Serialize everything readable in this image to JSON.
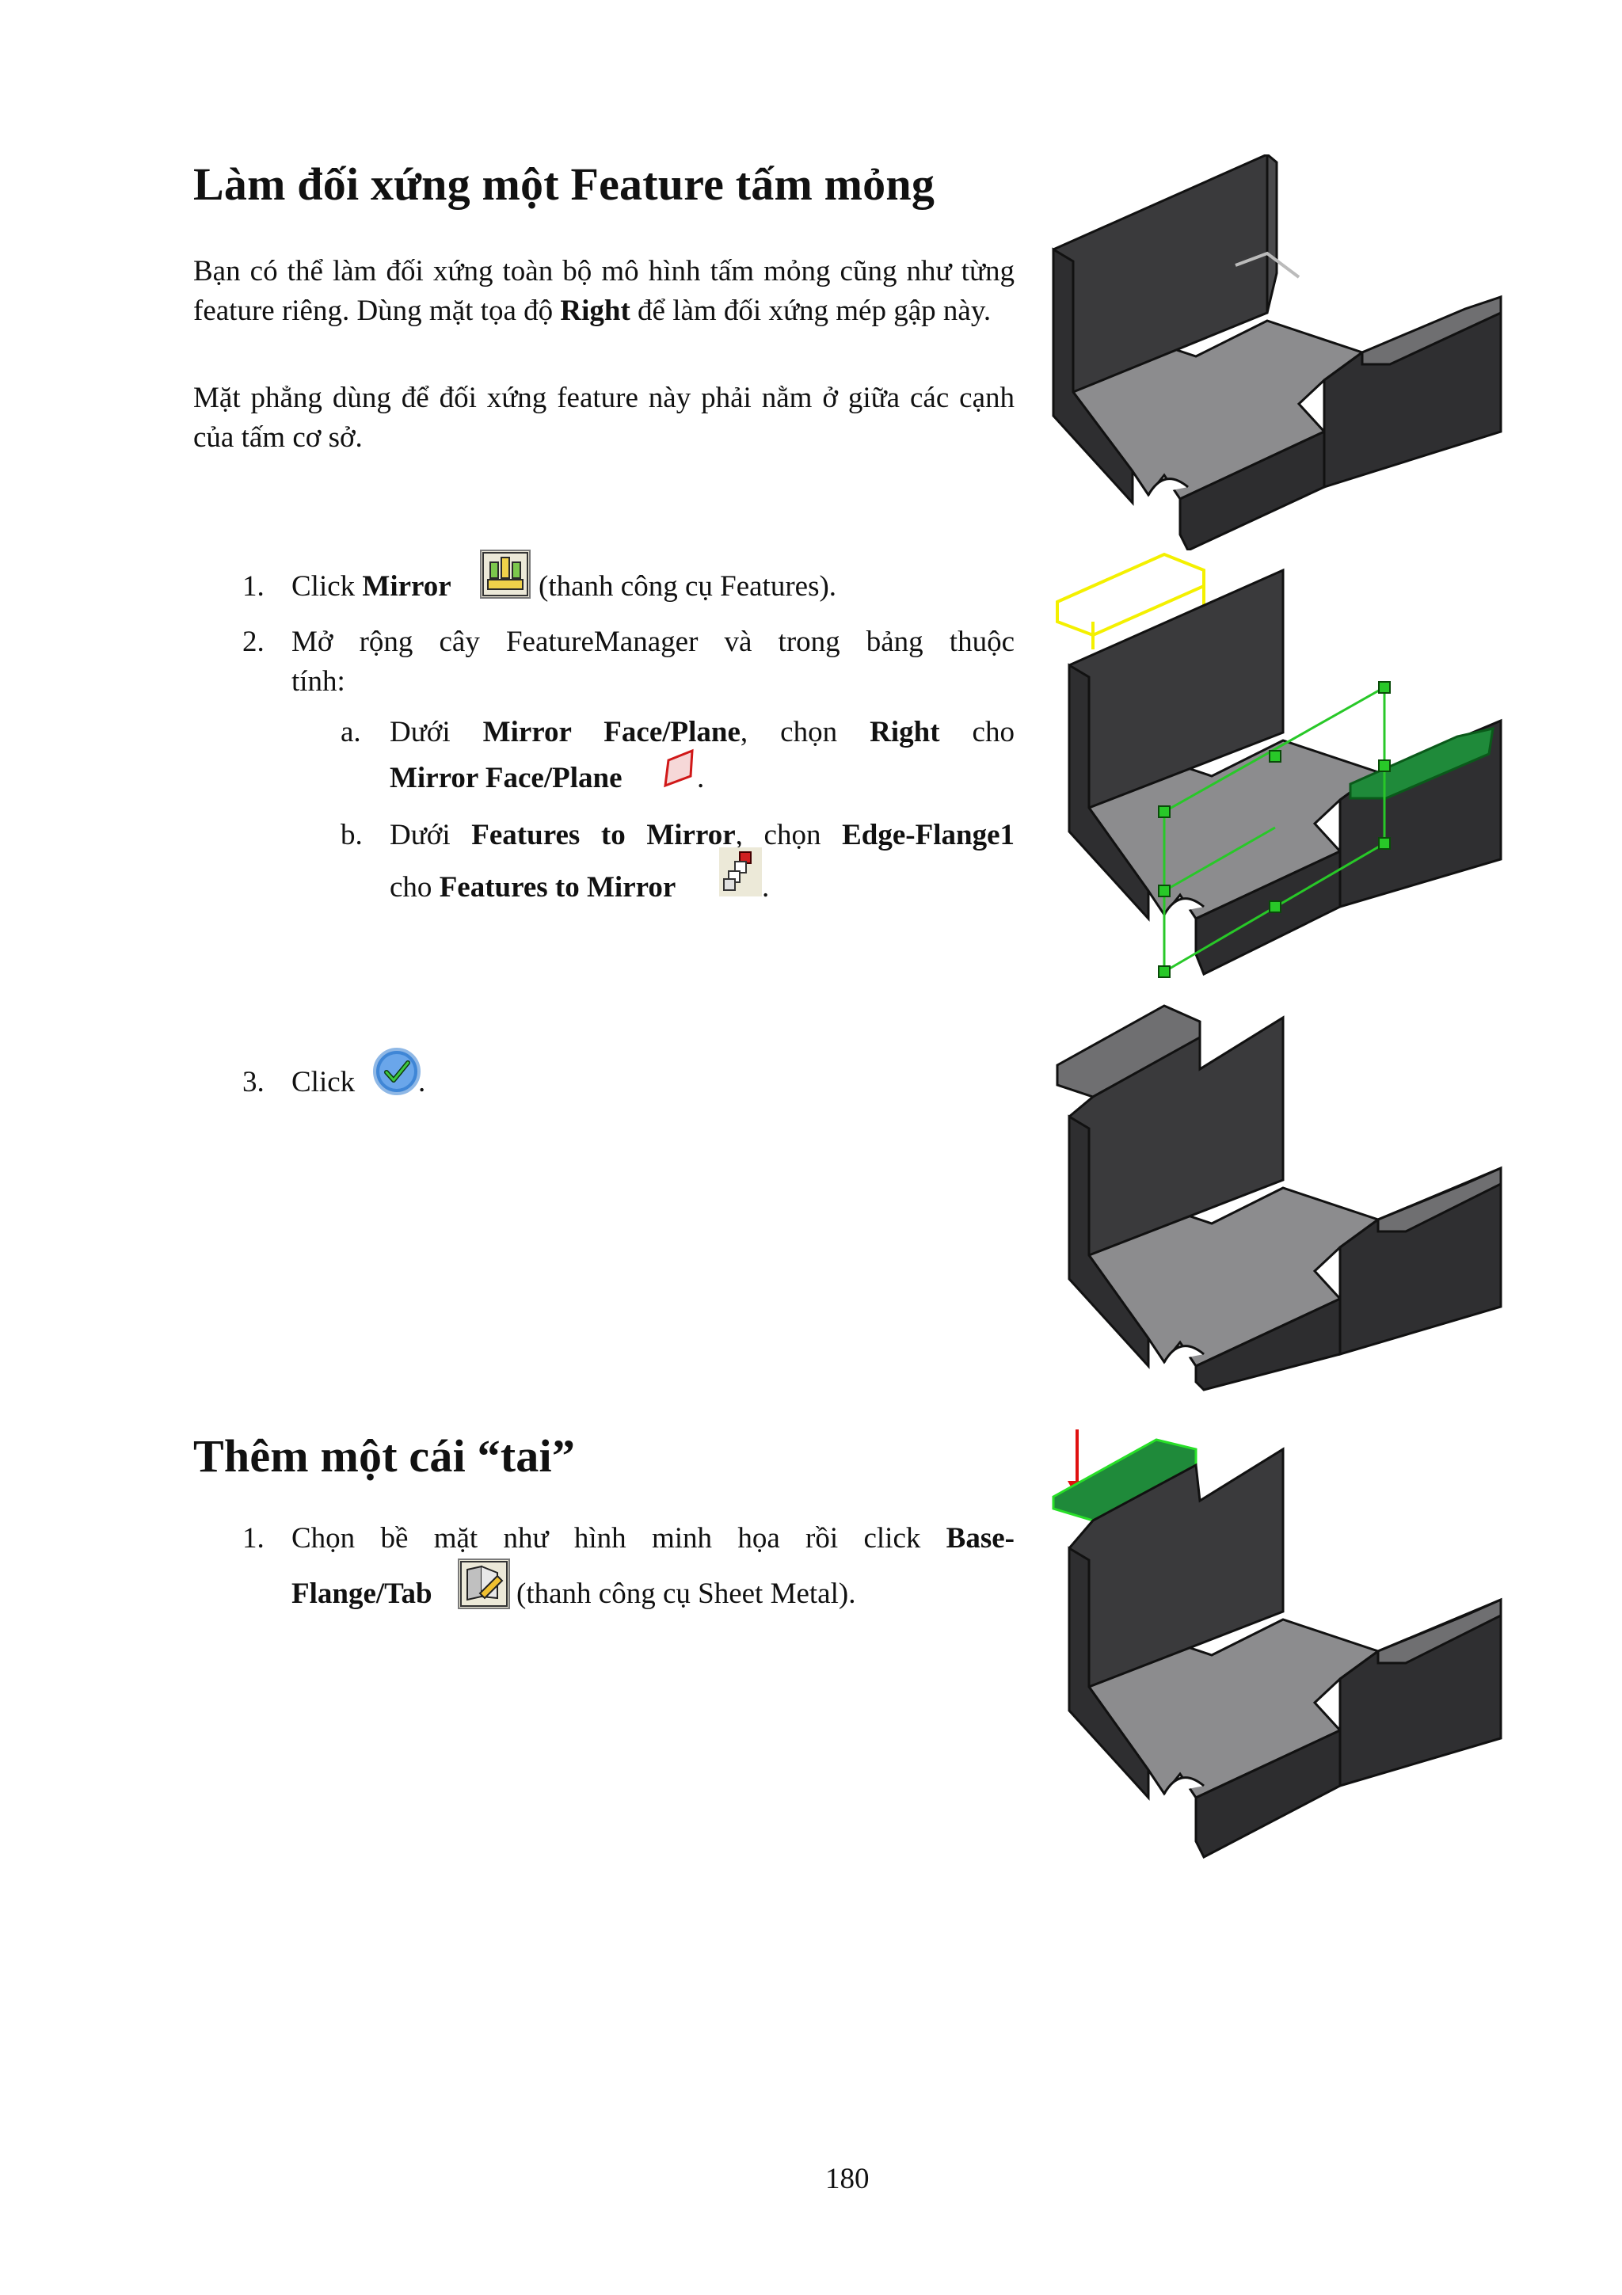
{
  "section1": {
    "title": "Làm đối xứng một Feature tấm mỏng",
    "p1": "Bạn có thể làm đối xứng toàn bộ mô hình tấm mỏng cũng như từng feature riêng. Dùng mặt tọa độ Right để làm đối xứng mép gập này.",
    "p1_parts": [
      "Bạn có thể làm đối xứng toàn bộ mô hình tấm mỏng cũng như từng feature riêng. Dùng mặt tọa độ ",
      "Right",
      " để làm đối xứng mép gập này."
    ],
    "p2": "Mặt phẳng dùng để đối xứng feature này phải nằm ở giữa các cạnh của tấm cơ sở.",
    "steps": {
      "s1": {
        "num": "1.",
        "pre": "Click ",
        "bold": "Mirror",
        "post": " (thanh công cụ Features).",
        "icon": "mirror-feature-icon"
      },
      "s2": {
        "num": "2.",
        "line1": "Mở rộng cây FeatureManager và trong bảng thuộc",
        "line2": "tính:"
      },
      "s2a": {
        "num": "a.",
        "t1": "Dưới ",
        "b1": "Mirror Face/Plane",
        "t2": ", chọn ",
        "b2": "Right",
        "t3": " cho",
        "b3": "Mirror Face/Plane",
        "t4": ".",
        "icon": "plane-icon"
      },
      "s2b": {
        "num": "b.",
        "t1": "Dưới ",
        "b1": "Features to Mirror",
        "t2": ", chọn ",
        "b2": "Edge-Flange1",
        "t3": "cho ",
        "b3": "Features to Mirror",
        "t4": ".",
        "icon": "features-to-mirror-icon"
      },
      "s3": {
        "num": "3.",
        "pre": "Click",
        "post": ".",
        "icon": "ok-check-icon"
      }
    }
  },
  "section2": {
    "title": "Thêm một cái “tai”",
    "step1": {
      "num": "1.",
      "line1": "Chọn bề mặt như hình minh họa rồi click ",
      "bold1": "Base-",
      "bold2": "Flange/Tab",
      "post": " (thanh công cụ Sheet Metal).",
      "icon": "base-flange-tab-icon"
    }
  },
  "page_number": "180",
  "colors": {
    "part_dark": "#3a3a3c",
    "part_floor": "#8c8c8e",
    "highlight_green": "#1f8a3a",
    "preview_yellow": "#f4f000",
    "arrow_red": "#e01010"
  }
}
